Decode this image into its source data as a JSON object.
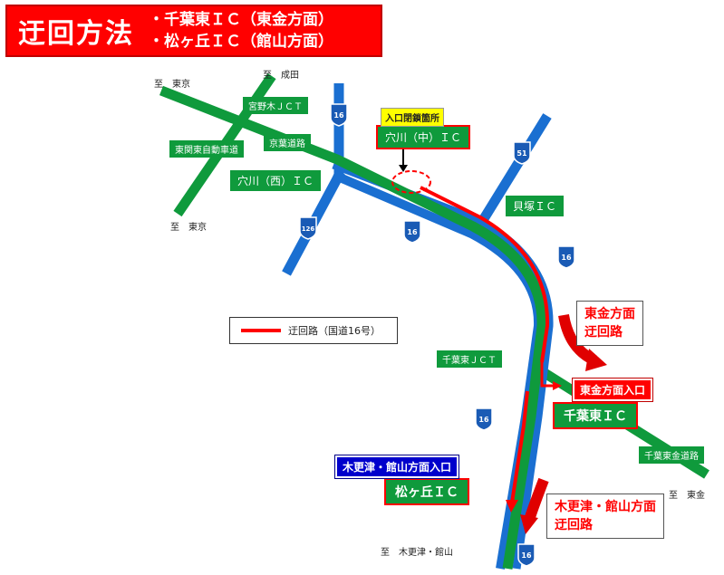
{
  "title": {
    "main": "迂回方法",
    "sub_lines": [
      "・千葉東ＩＣ（東金方面）",
      "・松ヶ丘ＩＣ（館山方面）"
    ]
  },
  "destinations": {
    "tokyo_top": "至　東京",
    "narita": "至　成田",
    "tokyo_left": "至　東京",
    "togane": "至　東金",
    "kisarazu_tateyama": "至　木更津・館山"
  },
  "labels": {
    "miyanogi_jct": "宮野木ＪＣＴ",
    "higashi_kanto_expwy": "東関東自動車道",
    "keiyo_road": "京葉道路",
    "anagawa_west_ic": "穴川（西）ＩＣ",
    "anagawa_mid_ic": "穴川（中）ＩＣ",
    "kaizuka_ic": "貝塚ＩＣ",
    "chibahigashi_jct": "千葉東ＪＣＴ",
    "chibahigashi_ic": "千葉東ＩＣ",
    "chibatogane_road": "千葉東金道路",
    "matsugaoka_ic": "松ヶ丘ＩＣ"
  },
  "callouts": {
    "closure": "入口閉鎖箇所",
    "togane_entrance": "東金方面入口",
    "kisarazu_entrance": "木更津・館山方面入口"
  },
  "detours": {
    "togane": [
      "東金方面",
      "迂回路"
    ],
    "kisarazu": [
      "木更津・館山方面",
      "迂回路"
    ]
  },
  "legend": {
    "label": "迂回路（国道16号）"
  },
  "route_shields": [
    {
      "id": "r16-top",
      "number": "16"
    },
    {
      "id": "r51",
      "number": "51"
    },
    {
      "id": "r126",
      "number": "126"
    },
    {
      "id": "r16-mid",
      "number": "16"
    },
    {
      "id": "r16-right",
      "number": "16"
    },
    {
      "id": "r16-lower",
      "number": "16"
    },
    {
      "id": "r16-bottom",
      "number": "16"
    }
  ],
  "colors": {
    "expressway_green": "#0f9a3c",
    "national_route_blue": "#1a6fd1",
    "detour_red": "#ff0000",
    "title_red": "#ff0000"
  }
}
